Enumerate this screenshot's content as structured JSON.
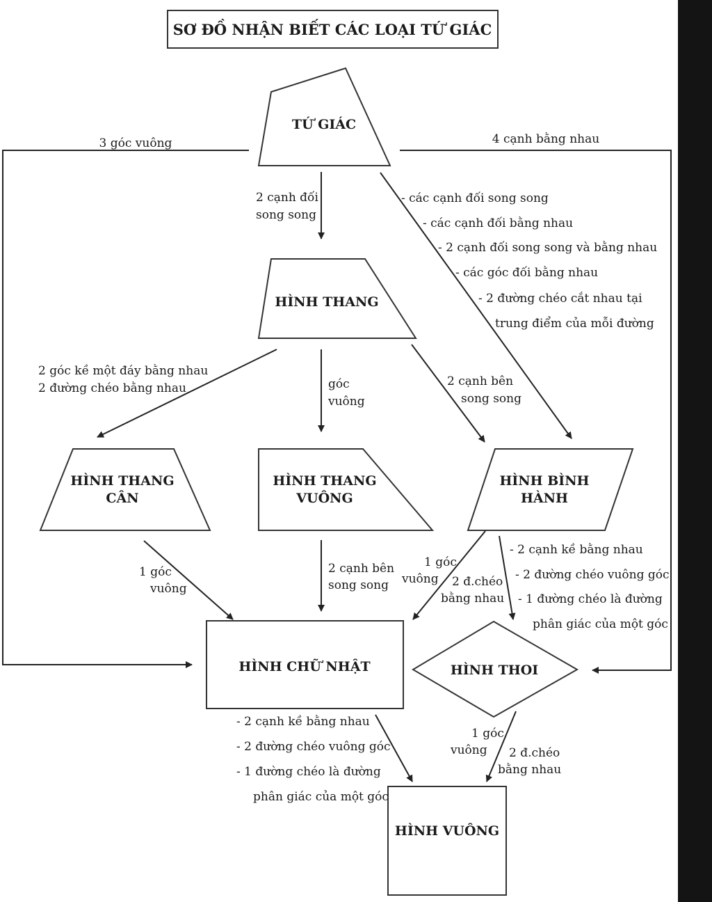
{
  "title": "SƠ ĐỒ NHẬN BIẾT CÁC LOẠI TỨ GIÁC",
  "colors": {
    "stroke": "#333333",
    "text": "#1a1a1a",
    "background": "#ffffff",
    "sidebar": "#141414"
  },
  "nodes": {
    "tu_giac": {
      "label": "TỨ GIÁC"
    },
    "hinh_thang": {
      "label": "HÌNH THANG"
    },
    "thang_can": {
      "line1": "HÌNH THANG",
      "line2": "CÂN"
    },
    "thang_vuong": {
      "line1": "HÌNH THANG",
      "line2": "VUÔNG"
    },
    "binh_hanh": {
      "line1": "HÌNH BÌNH",
      "line2": "HÀNH"
    },
    "chu_nhat": {
      "label": "HÌNH CHỮ NHẬT"
    },
    "thoi": {
      "label": "HÌNH THOI"
    },
    "vuong": {
      "label": "HÌNH VUÔNG"
    }
  },
  "edges": {
    "three_right_angles": "3 góc vuông",
    "four_equal_sides": "4 cạnh bằng nhau",
    "tg_to_thang": [
      "2 cạnh đối",
      "song song"
    ],
    "tg_to_binh_hanh": [
      "- các cạnh đối song song",
      "- các cạnh đối bằng nhau",
      "- 2 cạnh đối song song và bằng nhau",
      "- các góc đối bằng nhau",
      "- 2 đường chéo cắt nhau tại",
      "trung điểm của mỗi đường"
    ],
    "thang_to_can": [
      "2 góc kề một đáy bằng nhau",
      "2 đường chéo bằng nhau"
    ],
    "thang_to_vuong": [
      "góc",
      "vuông"
    ],
    "thang_to_binh_hanh": [
      "2 cạnh bên",
      "song song"
    ],
    "can_to_chu_nhat": [
      "1 góc",
      "vuông"
    ],
    "thang_vuong_to_chu_nhat": [
      "2 cạnh bên",
      "song song"
    ],
    "bh_to_chu_nhat_1": [
      "1 góc",
      "vuông"
    ],
    "bh_to_chu_nhat_2": [
      "2 đ.chéo",
      "bằng nhau"
    ],
    "bh_to_thoi": [
      "- 2 cạnh kề bằng nhau",
      "- 2 đường chéo vuông góc",
      "- 1 đường chéo là đường",
      "phân giác của một góc"
    ],
    "chu_nhat_to_vuong": [
      "- 2 cạnh kề bằng nhau",
      "- 2 đường chéo vuông góc",
      "- 1 đường chéo là đường",
      "phân giác của một góc"
    ],
    "thoi_to_vuong_1": [
      "1 góc",
      "vuông"
    ],
    "thoi_to_vuong_2": [
      "2 đ.chéo",
      "bằng nhau"
    ]
  }
}
